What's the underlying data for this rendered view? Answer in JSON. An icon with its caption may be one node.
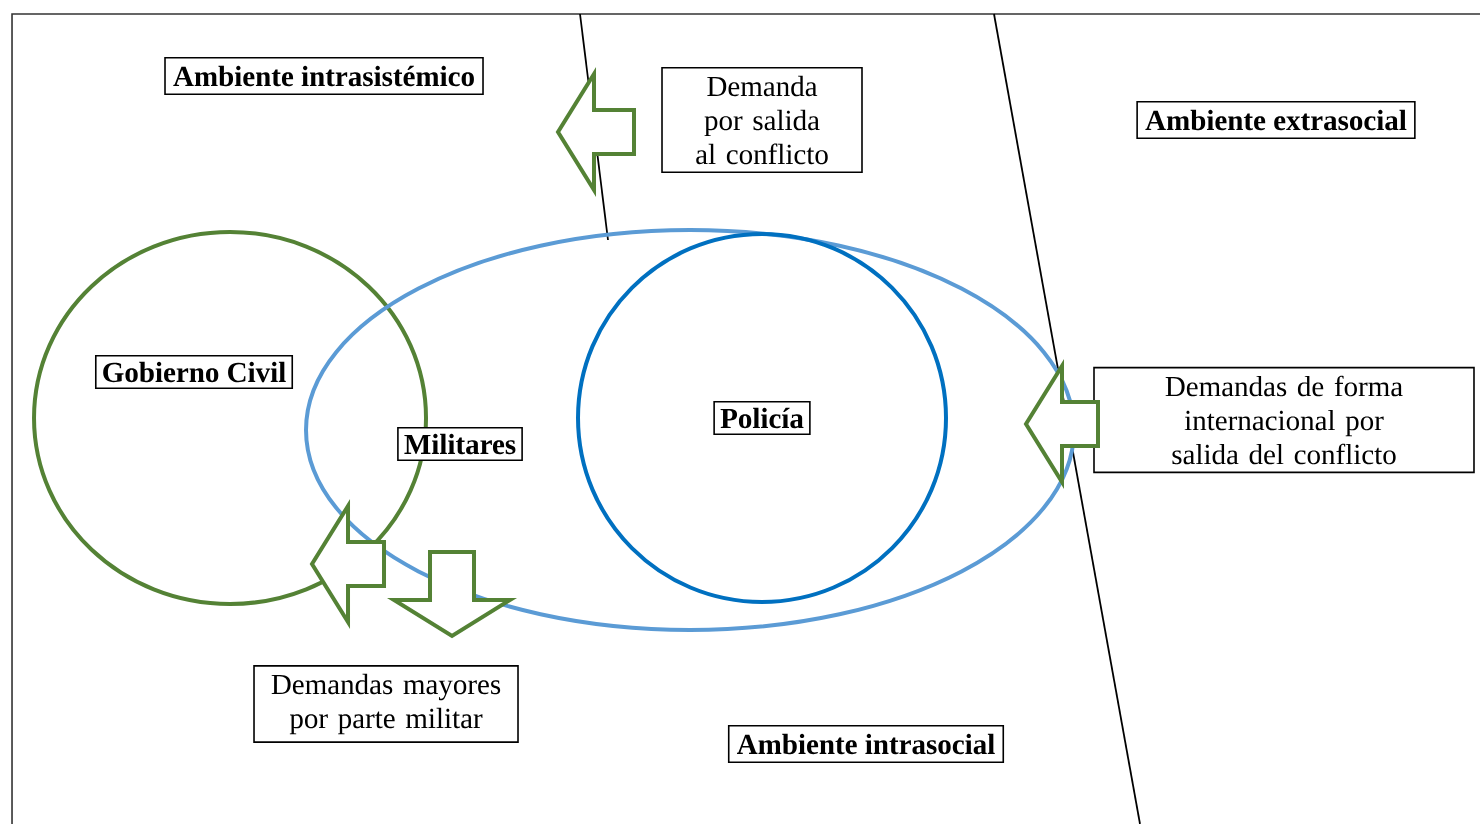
{
  "diagram": {
    "nodes": [
      {
        "text": [
          "Ambiente intrasistémico"
        ]
      },
      {
        "text": [
          "Demanda por salida al conflicto"
        ]
      },
      {
        "text": [
          "Ambiente extrasocial"
        ]
      },
      {
        "text": [
          "Gobierno Civil"
        ]
      },
      {
        "text": [
          "Militares"
        ]
      },
      {
        "text": [
          "Policía"
        ],
        "in": 4
      },
      {
        "text": [
          "Demandas de forma internacional por salida del conflicto"
        ]
      },
      {
        "text": [
          "Demandas mayores por parte militar"
        ]
      },
      {
        "text": [
          "Ambiente intrasocial"
        ]
      }
    ],
    "edges": [
      {
        "from": 1,
        "to": 0,
        "arrow": "to"
      },
      {
        "from": 6,
        "to": 4,
        "arrow": "to"
      },
      {
        "from": 7,
        "to": 3,
        "arrow": "to"
      },
      {
        "from": 4,
        "to": 7,
        "arrow": "to"
      }
    ]
  }
}
